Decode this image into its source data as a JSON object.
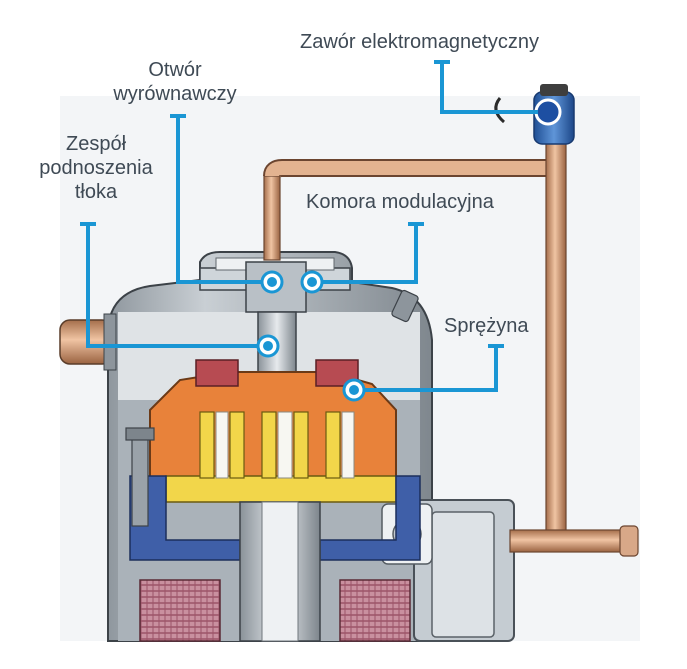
{
  "labels": {
    "valve": "Zawór elektromagnetyczny",
    "hole": [
      "Otwór",
      "wyrównawczy"
    ],
    "piston": [
      "Zespół",
      "podnoszenia",
      "tłoka"
    ],
    "chamber": "Komora modulacyjna",
    "spring": "Sprężyna"
  },
  "colors": {
    "leader": "#1a96d4",
    "text": "#3f4a55",
    "body_gray": "#a9b1b8",
    "inner_light": "#e4e8eb",
    "scroll_yellow": "#f2d64a",
    "fixed_scroll_orange": "#e8823a",
    "blue_part": "#3f5fa8",
    "copper_pipe": "#cf9a76",
    "valve_blue": "#2f63b0",
    "motor_winding": "#b0667a"
  }
}
